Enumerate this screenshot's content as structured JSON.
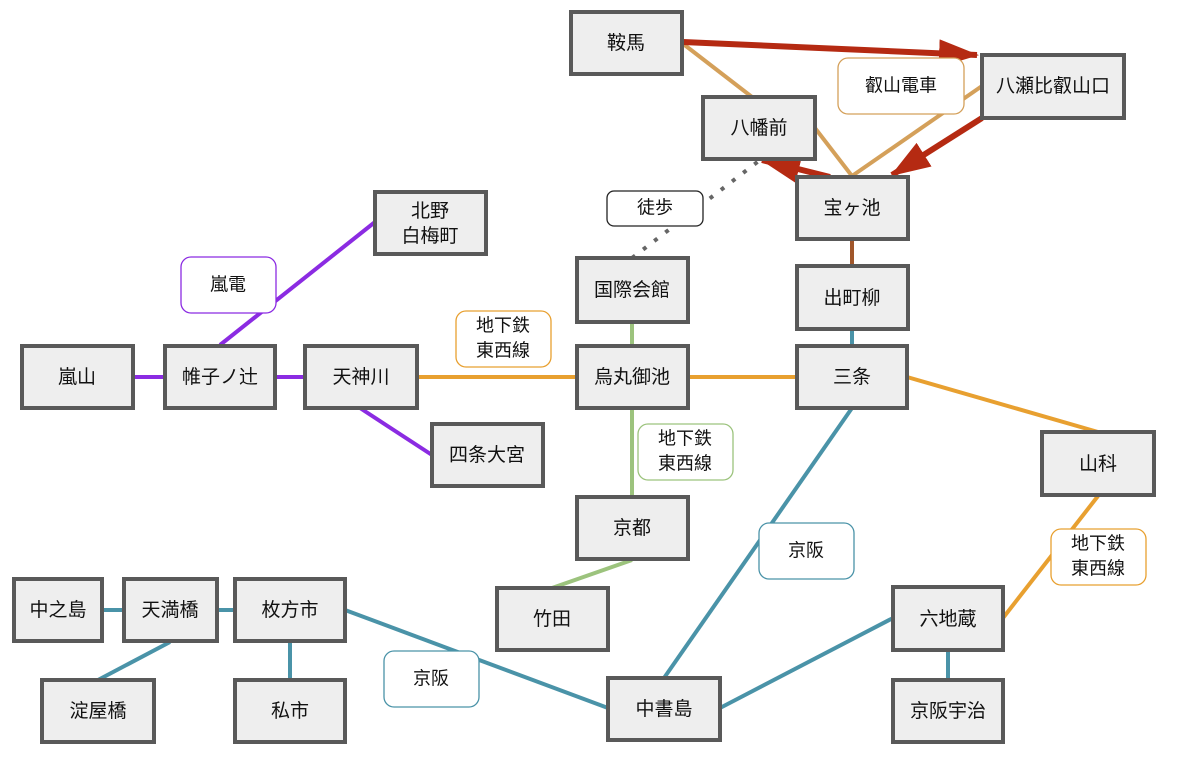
{
  "colors": {
    "randen": "#8b2be2",
    "tozai": "#e8a030",
    "tozai_green": "#9cc37d",
    "keihan": "#4a93a8",
    "eizan": "#d4a05a",
    "brown": "#a0562a",
    "red_arrow": "#b52a12",
    "walk": "#666666"
  },
  "stations": {
    "kurama": "鞍馬",
    "yasehieizanguchi": "八瀬比叡山口",
    "hachimanmae": "八幡前",
    "takaragaike": "宝ヶ池",
    "demachiyanagi": "出町柳",
    "kokusaikaikan": "国際会館",
    "kitano": [
      "北野",
      "白梅町"
    ],
    "arashiyama": "嵐山",
    "katabiranotsuji": "帷子ノ辻",
    "tenjingawa": "天神川",
    "karasumaoike": "烏丸御池",
    "sanjo": "三条",
    "shijoomiya": "四条大宮",
    "yamashina": "山科",
    "kyoto": "京都",
    "takeda": "竹田",
    "nakanoshima": "中之島",
    "tenmabashi": "天満橋",
    "hirakatashi": "枚方市",
    "yodoyabashi": "淀屋橋",
    "kisaichi": "私市",
    "chushojima": "中書島",
    "rokujizo": "六地蔵",
    "keihanuji": "京阪宇治"
  },
  "labels": {
    "eizan": "叡山電車",
    "walk": "徒歩",
    "randen": "嵐電",
    "tozai1": [
      "地下鉄",
      "東西線"
    ],
    "tozai2": [
      "地下鉄",
      "東西線"
    ],
    "tozai3": [
      "地下鉄",
      "東西線"
    ],
    "keihan1": "京阪",
    "keihan2": "京阪"
  }
}
